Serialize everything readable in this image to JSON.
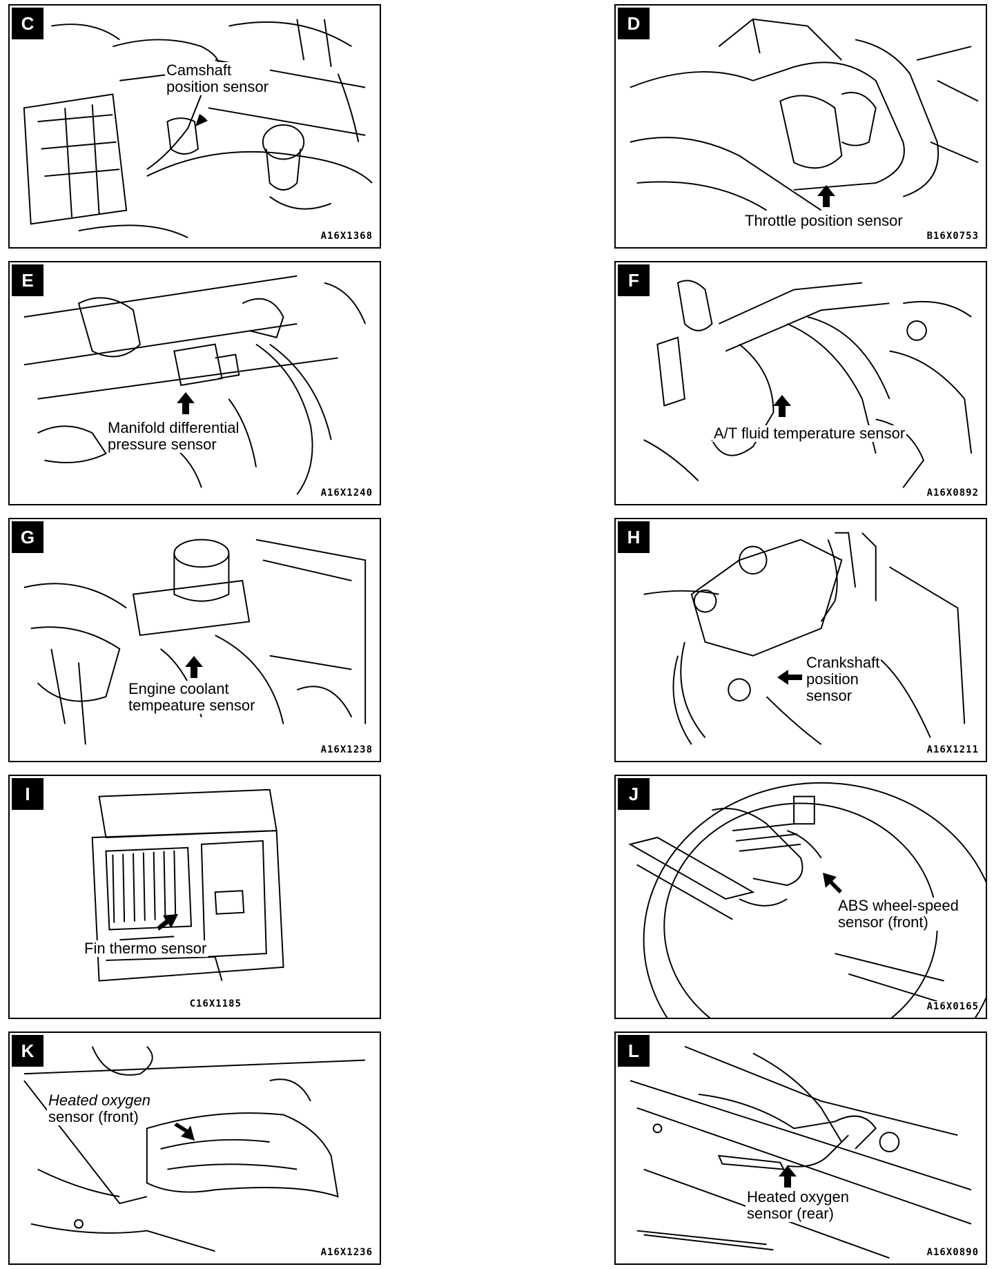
{
  "panels": [
    {
      "letter": "C",
      "label": [
        "Camshaft",
        "position sensor"
      ],
      "code": "A16X1368"
    },
    {
      "letter": "D",
      "label": [
        "Throttle position sensor"
      ],
      "code": "B16X0753"
    },
    {
      "letter": "E",
      "label": [
        "Manifold differential",
        "pressure sensor"
      ],
      "code": "A16X1240"
    },
    {
      "letter": "F",
      "label": [
        "A/T fluid temperature sensor"
      ],
      "code": "A16X0892"
    },
    {
      "letter": "G",
      "label": [
        "Engine coolant",
        "tempeature sensor"
      ],
      "code": "A16X1238"
    },
    {
      "letter": "H",
      "label": [
        "Crankshaft",
        "position",
        "sensor"
      ],
      "code": "A16X1211"
    },
    {
      "letter": "I",
      "label": [
        "Fin thermo sensor"
      ],
      "code": "C16X1185"
    },
    {
      "letter": "J",
      "label": [
        "ABS wheel-speed",
        "sensor (front)"
      ],
      "code": "A16X0165"
    },
    {
      "letter": "K",
      "label": [
        "Heated oxygen",
        "sensor (front)"
      ],
      "code": "A16X1236"
    },
    {
      "letter": "L",
      "label": [
        "Heated oxygen",
        "sensor (rear)"
      ],
      "code": "A16X0890"
    }
  ]
}
